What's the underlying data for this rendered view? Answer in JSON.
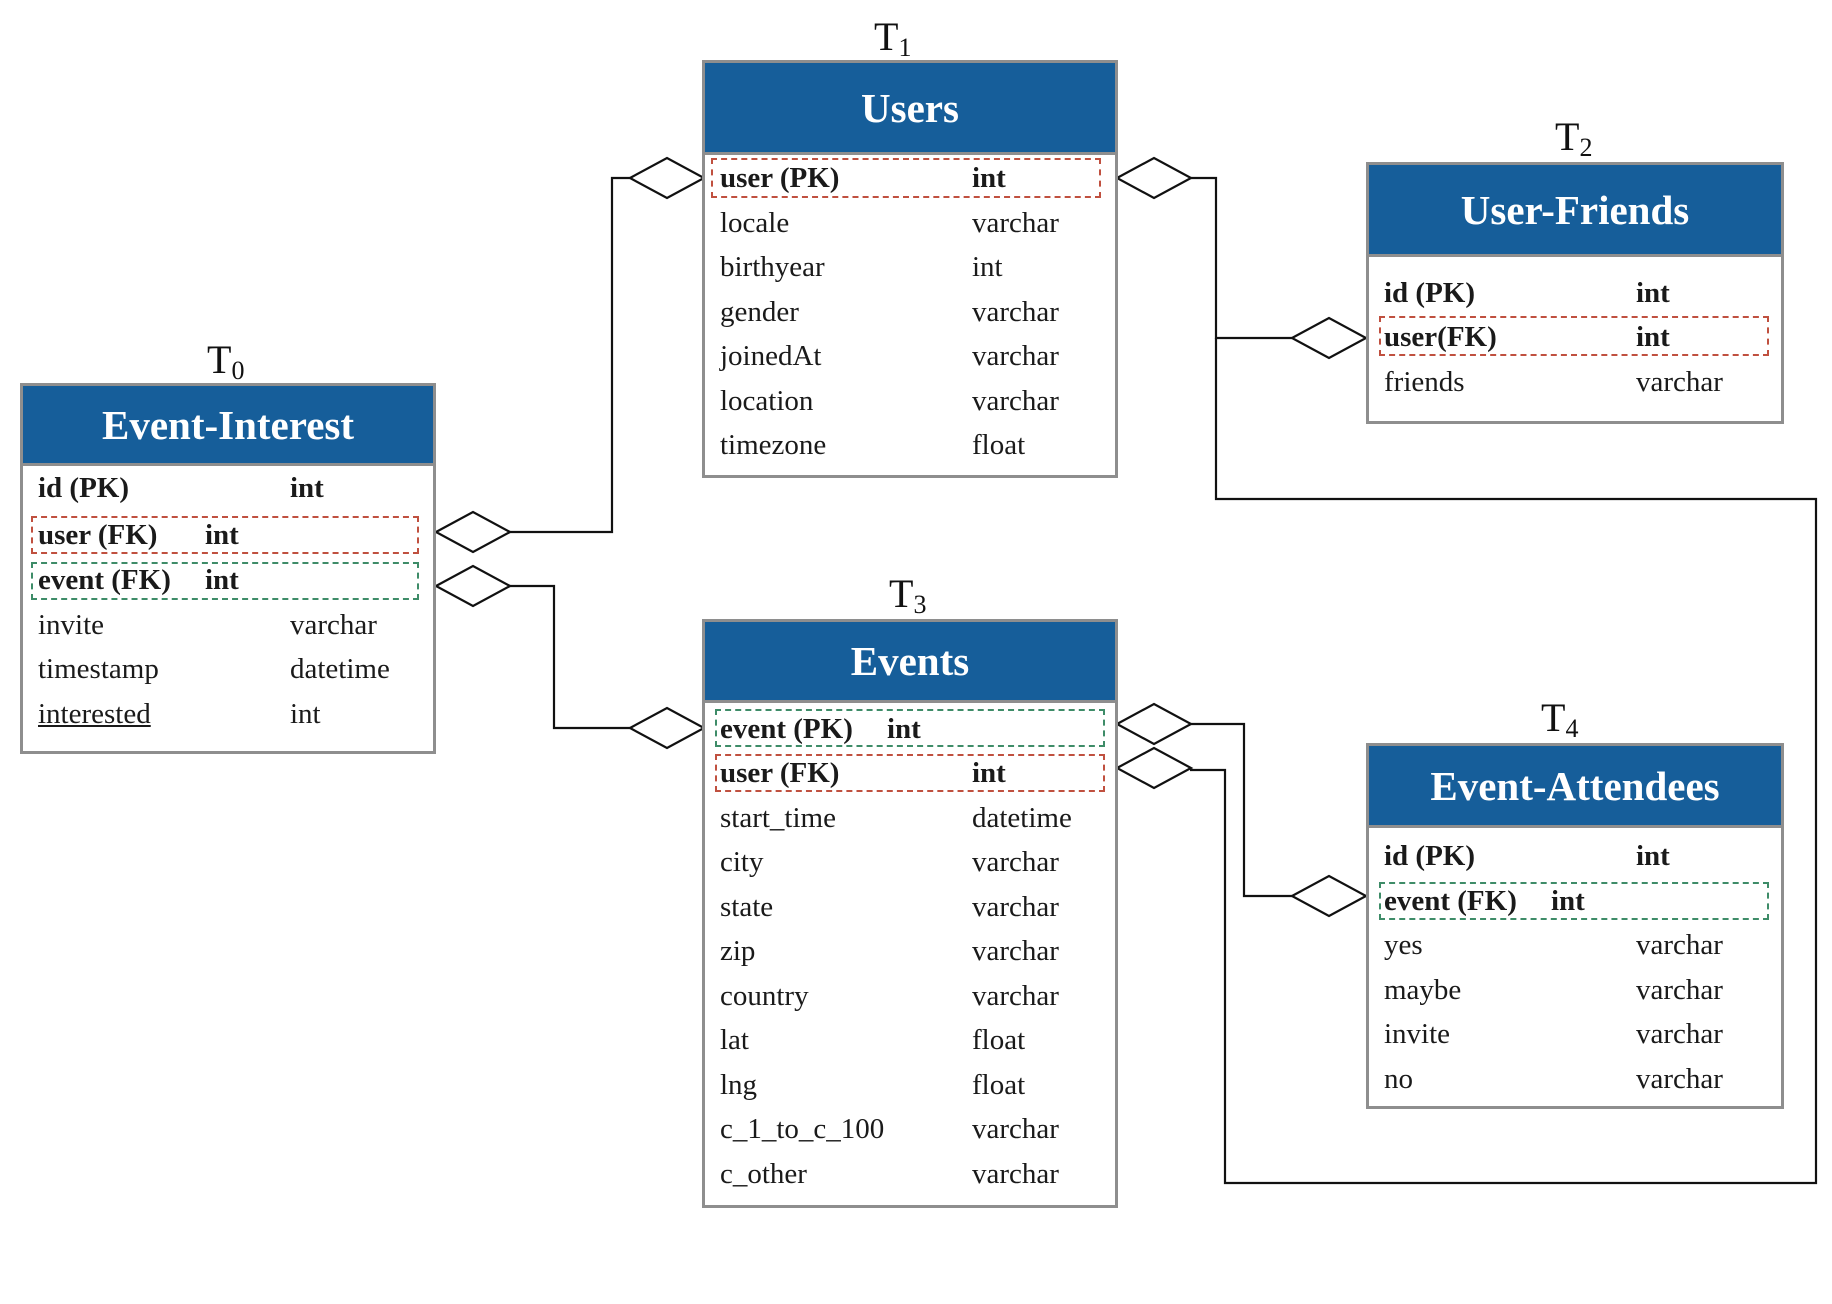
{
  "tables": {
    "t0": {
      "label_main": "T",
      "label_sub": "0",
      "title": "Event-Interest",
      "rows": [
        {
          "name": "id (PK)",
          "type": "int"
        },
        {
          "name": "user (FK)",
          "type": "int"
        },
        {
          "name": "event (FK)",
          "type": "int"
        },
        {
          "name": "invite",
          "type": "varchar"
        },
        {
          "name": "timestamp",
          "type": "datetime"
        },
        {
          "name": "interested",
          "type": "int"
        }
      ]
    },
    "t1": {
      "label_main": "T",
      "label_sub": "1",
      "title": "Users",
      "rows": [
        {
          "name": "user (PK)",
          "type": "int"
        },
        {
          "name": "locale",
          "type": "varchar"
        },
        {
          "name": "birthyear",
          "type": "int"
        },
        {
          "name": "gender",
          "type": "varchar"
        },
        {
          "name": "joinedAt",
          "type": "varchar"
        },
        {
          "name": "location",
          "type": "varchar"
        },
        {
          "name": "timezone",
          "type": "float"
        }
      ]
    },
    "t2": {
      "label_main": "T",
      "label_sub": "2",
      "title": "User-Friends",
      "rows": [
        {
          "name": "id (PK)",
          "type": "int"
        },
        {
          "name": "user(FK)",
          "type": "int"
        },
        {
          "name": "friends",
          "type": "varchar"
        }
      ]
    },
    "t3": {
      "label_main": "T",
      "label_sub": "3",
      "title": "Events",
      "rows": [
        {
          "name": "event (PK)",
          "type": "int"
        },
        {
          "name": "user (FK)",
          "type": "int"
        },
        {
          "name": "start_time",
          "type": "datetime"
        },
        {
          "name": "city",
          "type": "varchar"
        },
        {
          "name": "state",
          "type": "varchar"
        },
        {
          "name": "zip",
          "type": "varchar"
        },
        {
          "name": "country",
          "type": "varchar"
        },
        {
          "name": "lat",
          "type": "float"
        },
        {
          "name": "lng",
          "type": "float"
        },
        {
          "name": "c_1_to_c_100",
          "type": "varchar"
        },
        {
          "name": "c_other",
          "type": "varchar"
        }
      ]
    },
    "t4": {
      "label_main": "T",
      "label_sub": "4",
      "title": "Event-Attendees",
      "rows": [
        {
          "name": "id (PK)",
          "type": "int"
        },
        {
          "name": "event (FK)",
          "type": "int"
        },
        {
          "name": "yes",
          "type": "varchar"
        },
        {
          "name": "maybe",
          "type": "varchar"
        },
        {
          "name": "invite",
          "type": "varchar"
        },
        {
          "name": "no",
          "type": "varchar"
        }
      ]
    }
  },
  "colors": {
    "header_fill": "#165e9a",
    "border": "#8e8e8e",
    "user_key_highlight": "#c0503f",
    "event_key_highlight": "#3e8c68"
  }
}
